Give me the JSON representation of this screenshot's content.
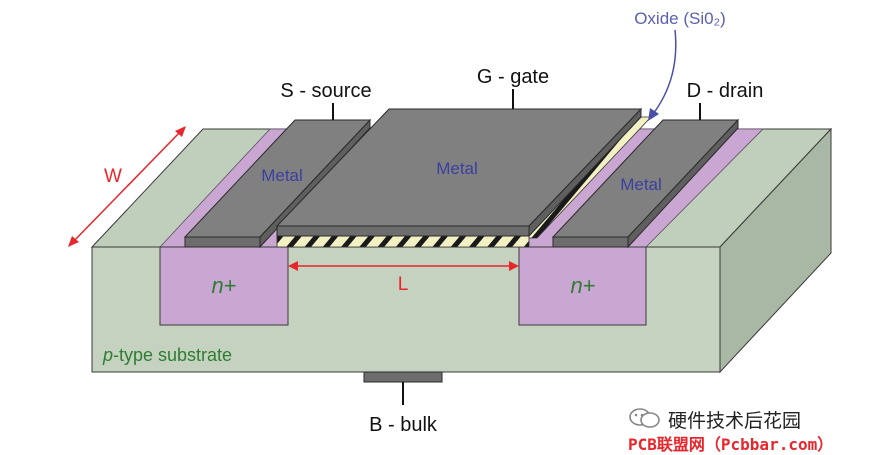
{
  "labels": {
    "source": "S - source",
    "gate": "G - gate",
    "drain": "D - drain",
    "oxide": "Oxide (Si0₂)",
    "metal_source": "Metal",
    "metal_gate": "Metal",
    "metal_drain": "Metal",
    "n_plus_left_italic": "n",
    "n_plus_left_sign": "+",
    "n_plus_right_italic": "n",
    "n_plus_right_sign": "+",
    "width": "W",
    "length": "L",
    "substrate_italic": "p",
    "substrate_rest": "-type substrate",
    "bulk": "B - bulk"
  },
  "colors": {
    "substrate": "#c5d2c0",
    "substrate_top": "#c0cfbc",
    "substrate_side": "#a9b8a4",
    "n_plus": "#c9a7d2",
    "metal": "#808080",
    "metal_dark": "#5f5f5f",
    "oxide": "#f3f0c4",
    "dimension": "#e8262c",
    "metal_text": "#3a3fa0",
    "substrate_text": "#2e7d32",
    "oxide_text": "#5a5fb0"
  },
  "watermark": {
    "account": "硬件技术后花园",
    "site": "PCB联盟网（Pcbbar.com）",
    "icon": "wechat-icon"
  }
}
